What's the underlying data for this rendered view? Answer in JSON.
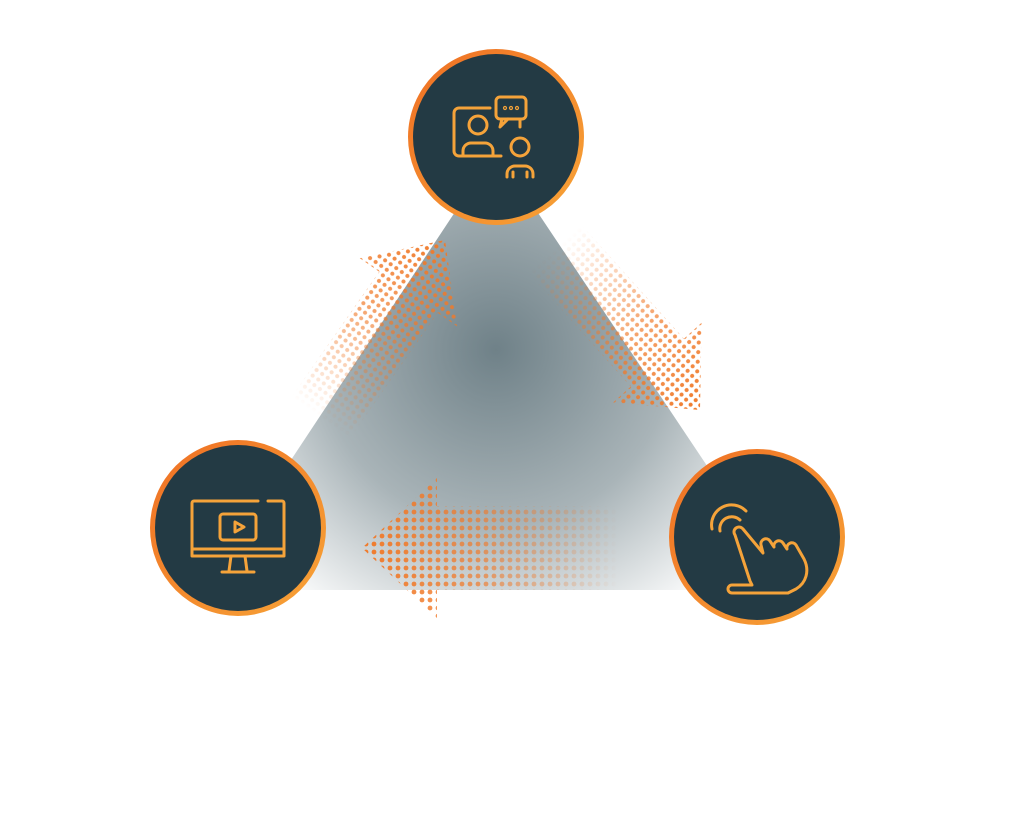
{
  "diagram": {
    "type": "cycle",
    "nodes": [
      {
        "id": "video-chat",
        "icon": "video-call-chat-icon"
      },
      {
        "id": "interaction",
        "icon": "hand-tap-icon"
      },
      {
        "id": "video-content",
        "icon": "monitor-play-icon"
      }
    ],
    "flow": [
      "video-content",
      "video-chat",
      "interaction",
      "video-content"
    ],
    "colors": {
      "accent": "#f07a2a",
      "accent_light": "#f5a33a",
      "node_fill": "#233a44",
      "center_gray": "#6f8188"
    }
  }
}
